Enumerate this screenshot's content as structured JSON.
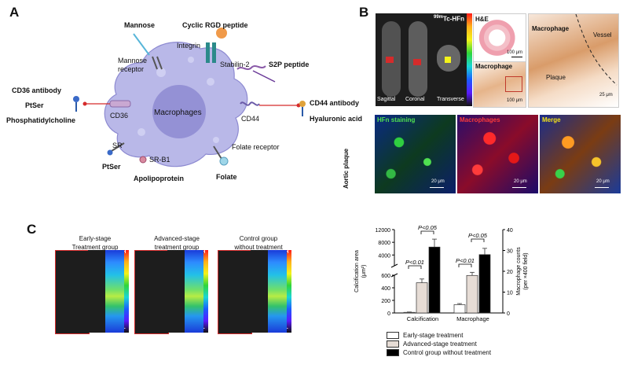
{
  "panels": {
    "a": {
      "letter": "A",
      "cell_label": "Macrophages",
      "left": {
        "line1": "CD36 antibody",
        "line2": "PtSer",
        "line3": "Phosphatidylcholine",
        "receptor": "CD36"
      },
      "right": {
        "line1": "CD44 antibody",
        "line2": "Hyaluronic acid",
        "receptor": "CD44"
      },
      "mannose": "Mannose",
      "mannose_receptor": "Mannose\nreceptor",
      "rgd": "Cyclic RGD peptide",
      "integrin": "Integrin",
      "stabilin": "Stabilin-2",
      "s2p": "S2P peptide",
      "folate_receptor": "Folate receptor",
      "folate": "Folate",
      "sr": "SR",
      "ptser_bottom": "PtSer",
      "srb1": "SR-B1",
      "apolipoprotein": "Apolipoprotein"
    },
    "b": {
      "letter": "B",
      "tracer_sup": "99m",
      "tracer": "Tc-HFn",
      "views": [
        "Sagittal",
        "Coronal",
        "Transverse"
      ],
      "he_label": "H&E",
      "macrophage_label": "Macrophage",
      "zoom_macrophage": "Macrophage",
      "zoom_vessel": "Vessel",
      "zoom_plaque": "Plaque",
      "scale_100a": "100 μm",
      "scale_100b": "100 μm",
      "scale_25": "25 μm",
      "row_label": "Aortic plaque",
      "stains": [
        "HFn staining",
        "Macrophages",
        "Merge"
      ],
      "scale_20": [
        "20 μm",
        "20 μm",
        "20 μm"
      ]
    },
    "c": {
      "letter": "C",
      "groups": [
        {
          "line1": "Early-stage",
          "line2": "Treatment group"
        },
        {
          "line1": "Advanced-stage",
          "line2": "treatment group"
        },
        {
          "line1": "Control group",
          "line2": "without treatment"
        }
      ],
      "hl": [
        "H",
        "L"
      ]
    }
  },
  "colors": {
    "cell_fill": "#b9b8e8",
    "nucleus": "#8d8ad1",
    "red_link": "#d52b2b",
    "chart_early": "#ffffff",
    "chart_adv": "#e6dcd5",
    "chart_ctrl": "#000000"
  },
  "chart_data": {
    "type": "bar",
    "categories": [
      "Calcification",
      "Macrophage"
    ],
    "series": [
      {
        "name": "Early-stage treatment",
        "values": [
          10,
          4
        ]
      },
      {
        "name": "Advanced-stage treatment",
        "values": [
          480,
          18
        ]
      },
      {
        "name": "Control group without treatment",
        "values": [
          6500,
          28
        ]
      }
    ],
    "errors": [
      [
        5,
        0.5
      ],
      [
        60,
        1.5
      ],
      [
        2500,
        3
      ]
    ],
    "ylabel_left": "Calcification area",
    "ylabel_left_unit": "(μm²)",
    "ylabel_right": "Macrophage counts",
    "ylabel_right_unit": "(per ×400 field)",
    "left_ticks_low": [
      "0",
      "200",
      "400",
      "600"
    ],
    "left_ticks_high": [
      "4000",
      "8000",
      "12000"
    ],
    "right_ticks": [
      "0",
      "10",
      "20",
      "30",
      "40"
    ],
    "ylim_left_low": [
      0,
      600
    ],
    "ylim_left_high": [
      600,
      12000
    ],
    "ylim_right": [
      0,
      40
    ],
    "annotations": [
      "P<0.01",
      "P<0.05",
      "P<0.01",
      "P<0.05"
    ],
    "legend": [
      "Early-stage treatment",
      "Advanced-stage treatment",
      "Control group without treatment"
    ]
  }
}
